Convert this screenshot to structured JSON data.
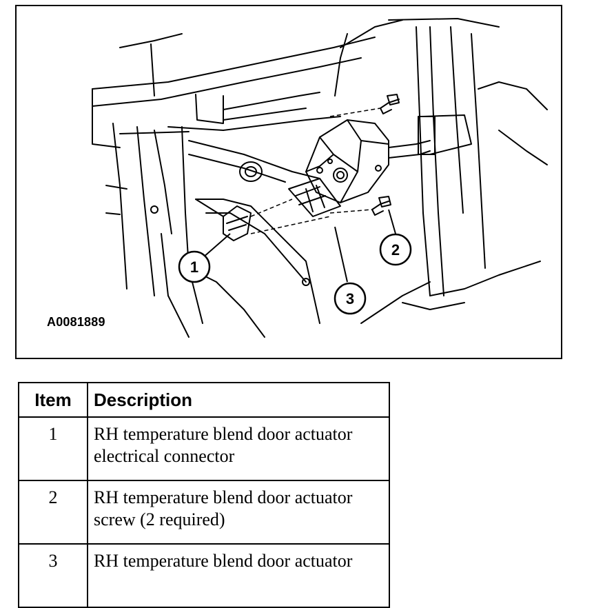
{
  "figure": {
    "id": "A0081889",
    "callouts": [
      "1",
      "2",
      "3"
    ]
  },
  "table": {
    "headers": {
      "item": "Item",
      "description": "Description"
    },
    "rows": [
      {
        "item": "1",
        "description": "RH temperature blend door actuator electrical connector"
      },
      {
        "item": "2",
        "description": "RH temperature blend door actuator screw (2 required)"
      },
      {
        "item": "3",
        "description": "RH temperature blend door actuator"
      }
    ]
  }
}
